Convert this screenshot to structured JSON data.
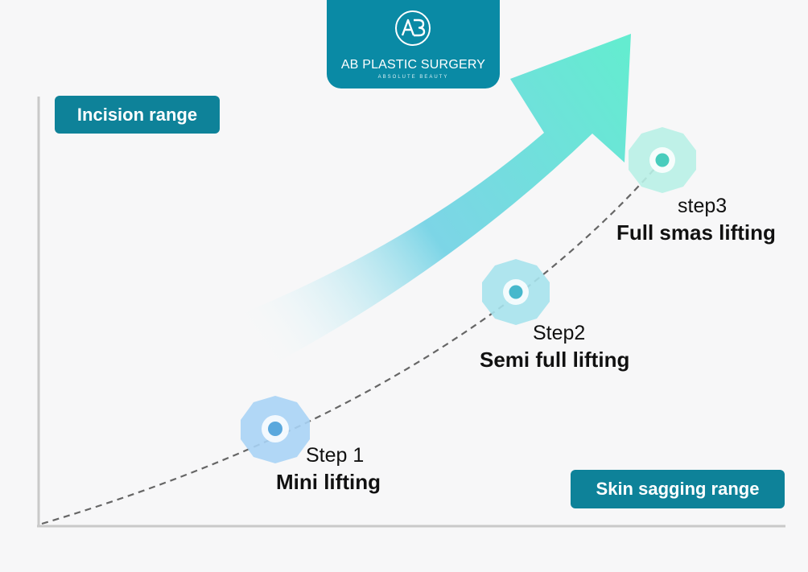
{
  "logo": {
    "mark": "AB",
    "name": "AB PLASTIC SURGERY",
    "tagline": "ABSOLUTE BEAUTY",
    "color": "#0a8aa5"
  },
  "axes": {
    "y_label": "Incision range",
    "x_label": "Skin sagging range"
  },
  "steps": [
    {
      "number": "Step 1",
      "name": "Mini lifting",
      "color": "#a9d3f5",
      "dot": "#5aa8dd"
    },
    {
      "number": "Step2",
      "name": "Semi full lifting",
      "color": "#a6e2ec",
      "dot": "#46b8cc"
    },
    {
      "number": "step3",
      "name": "Full smas lifting",
      "color": "#b8efe6",
      "dot": "#48cdbd"
    }
  ],
  "colors": {
    "arrow_start": "#ffffff",
    "arrow_mid": "#67cfe3",
    "arrow_end": "#64ecd0",
    "pill": "#0e8299",
    "axis": "#c9c9c9",
    "curve": "#666666"
  }
}
